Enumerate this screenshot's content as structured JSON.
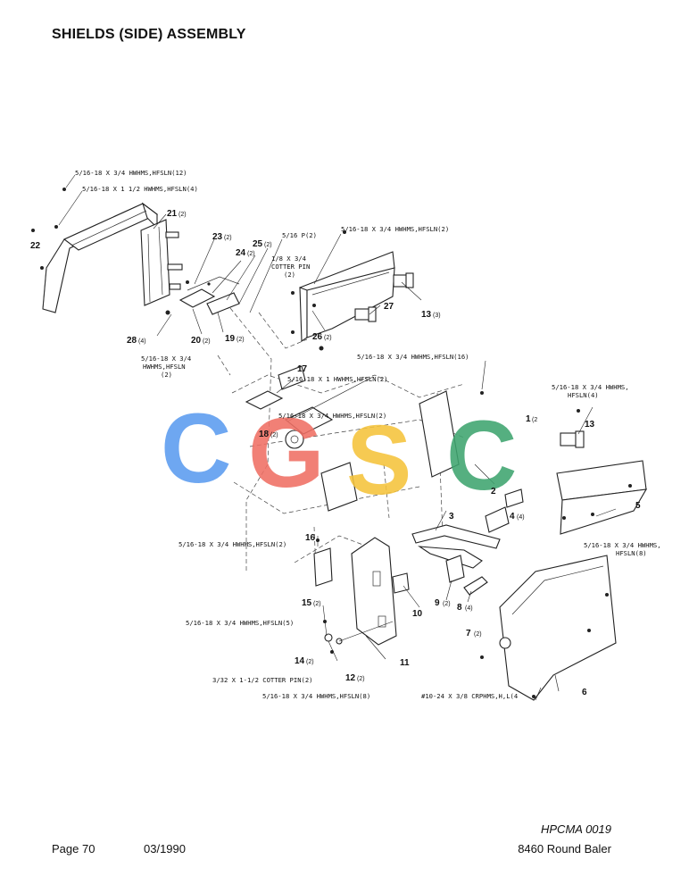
{
  "title": "SHIELDS (SIDE) ASSEMBLY",
  "watermark": {
    "letters": [
      "C",
      "G",
      "S",
      "C"
    ],
    "colors": [
      "#5b9bf0",
      "#f06f64",
      "#f5c33b",
      "#3ea56f"
    ]
  },
  "labels": {
    "t1": "5/16-18 X 3/4 HWHMS,HFSLN(12)",
    "t2": "5/16-18 X 1 1/2 HWHMS,HFSLN(4)",
    "t3": "5/16-18 X 3/4 HWHMS,HFSLN(2)",
    "t4": "5/16 P(2)",
    "t5a": "1/8 X 3/4",
    "t5b": "COTTER PIN",
    "t5c": "(2)",
    "t6a": "5/16-18 X 3/4",
    "t6b": "HWHMS,HFSLN",
    "t6c": "(2)",
    "t7": "5/16-18 X 3/4 HWHMS,HFSLN(16)",
    "t8": "5/16-18 X 1 HWHMS,HFSLN(2)",
    "t9": "5/16-18 X 3/4 HWHMS,HFSLN(2)",
    "t10a": "5/16-18 X 3/4 HWHMS,",
    "t10b": "HFSLN(4)",
    "t11": "5/16-18 X 3/4 HWHMS,HFSLN(2)",
    "t12a": "5/16-18 X 3/4 HWHMS,",
    "t12b": "HFSLN(8)",
    "t13": "5/16-18 X 3/4 HWHMS,HFSLN(5)",
    "t14": "3/32 X 1-1/2 COTTER PIN(2)",
    "t15": "5/16-18 X 3/4 HWHMS,HFSLN(8)",
    "t16": "#10-24 X 3/8 CRPHMS,H,L(4"
  },
  "callouts": {
    "c21": "21",
    "c21q": "(2)",
    "c22": "22",
    "c23": "23",
    "c23q": "(2)",
    "c24": "24",
    "c24q": "(2)",
    "c25": "25",
    "c25q": "(2)",
    "c27": "27",
    "c13a": "13",
    "c13aq": "(3)",
    "c26": "26",
    "c26q": "(2)",
    "c28": "28",
    "c28q": "(4)",
    "c20": "20",
    "c20q": "(2)",
    "c19": "19",
    "c19q": "(2)",
    "c17": "17",
    "c18": "18",
    "c18q": "(2)",
    "c1": "1",
    "c1q": "(2",
    "c13b": "13",
    "c2": "2",
    "c4": "4",
    "c4q": "(4)",
    "c3": "3",
    "c5": "5",
    "c16": "16",
    "c10": "10",
    "c9": "9",
    "c9q": "(2)",
    "c8": "8",
    "c8q": "(4)",
    "c15": "15",
    "c15q": "(2)",
    "c7": "7",
    "c7q": "(2)",
    "c14": "14",
    "c14q": "(2)",
    "c12": "12",
    "c12q": "(2)",
    "c11": "11",
    "c6": "6"
  },
  "doc_code": "HPCMA 0019",
  "footer": {
    "page": "Page 70",
    "date": "03/1990",
    "model": "8460 Round Baler"
  }
}
